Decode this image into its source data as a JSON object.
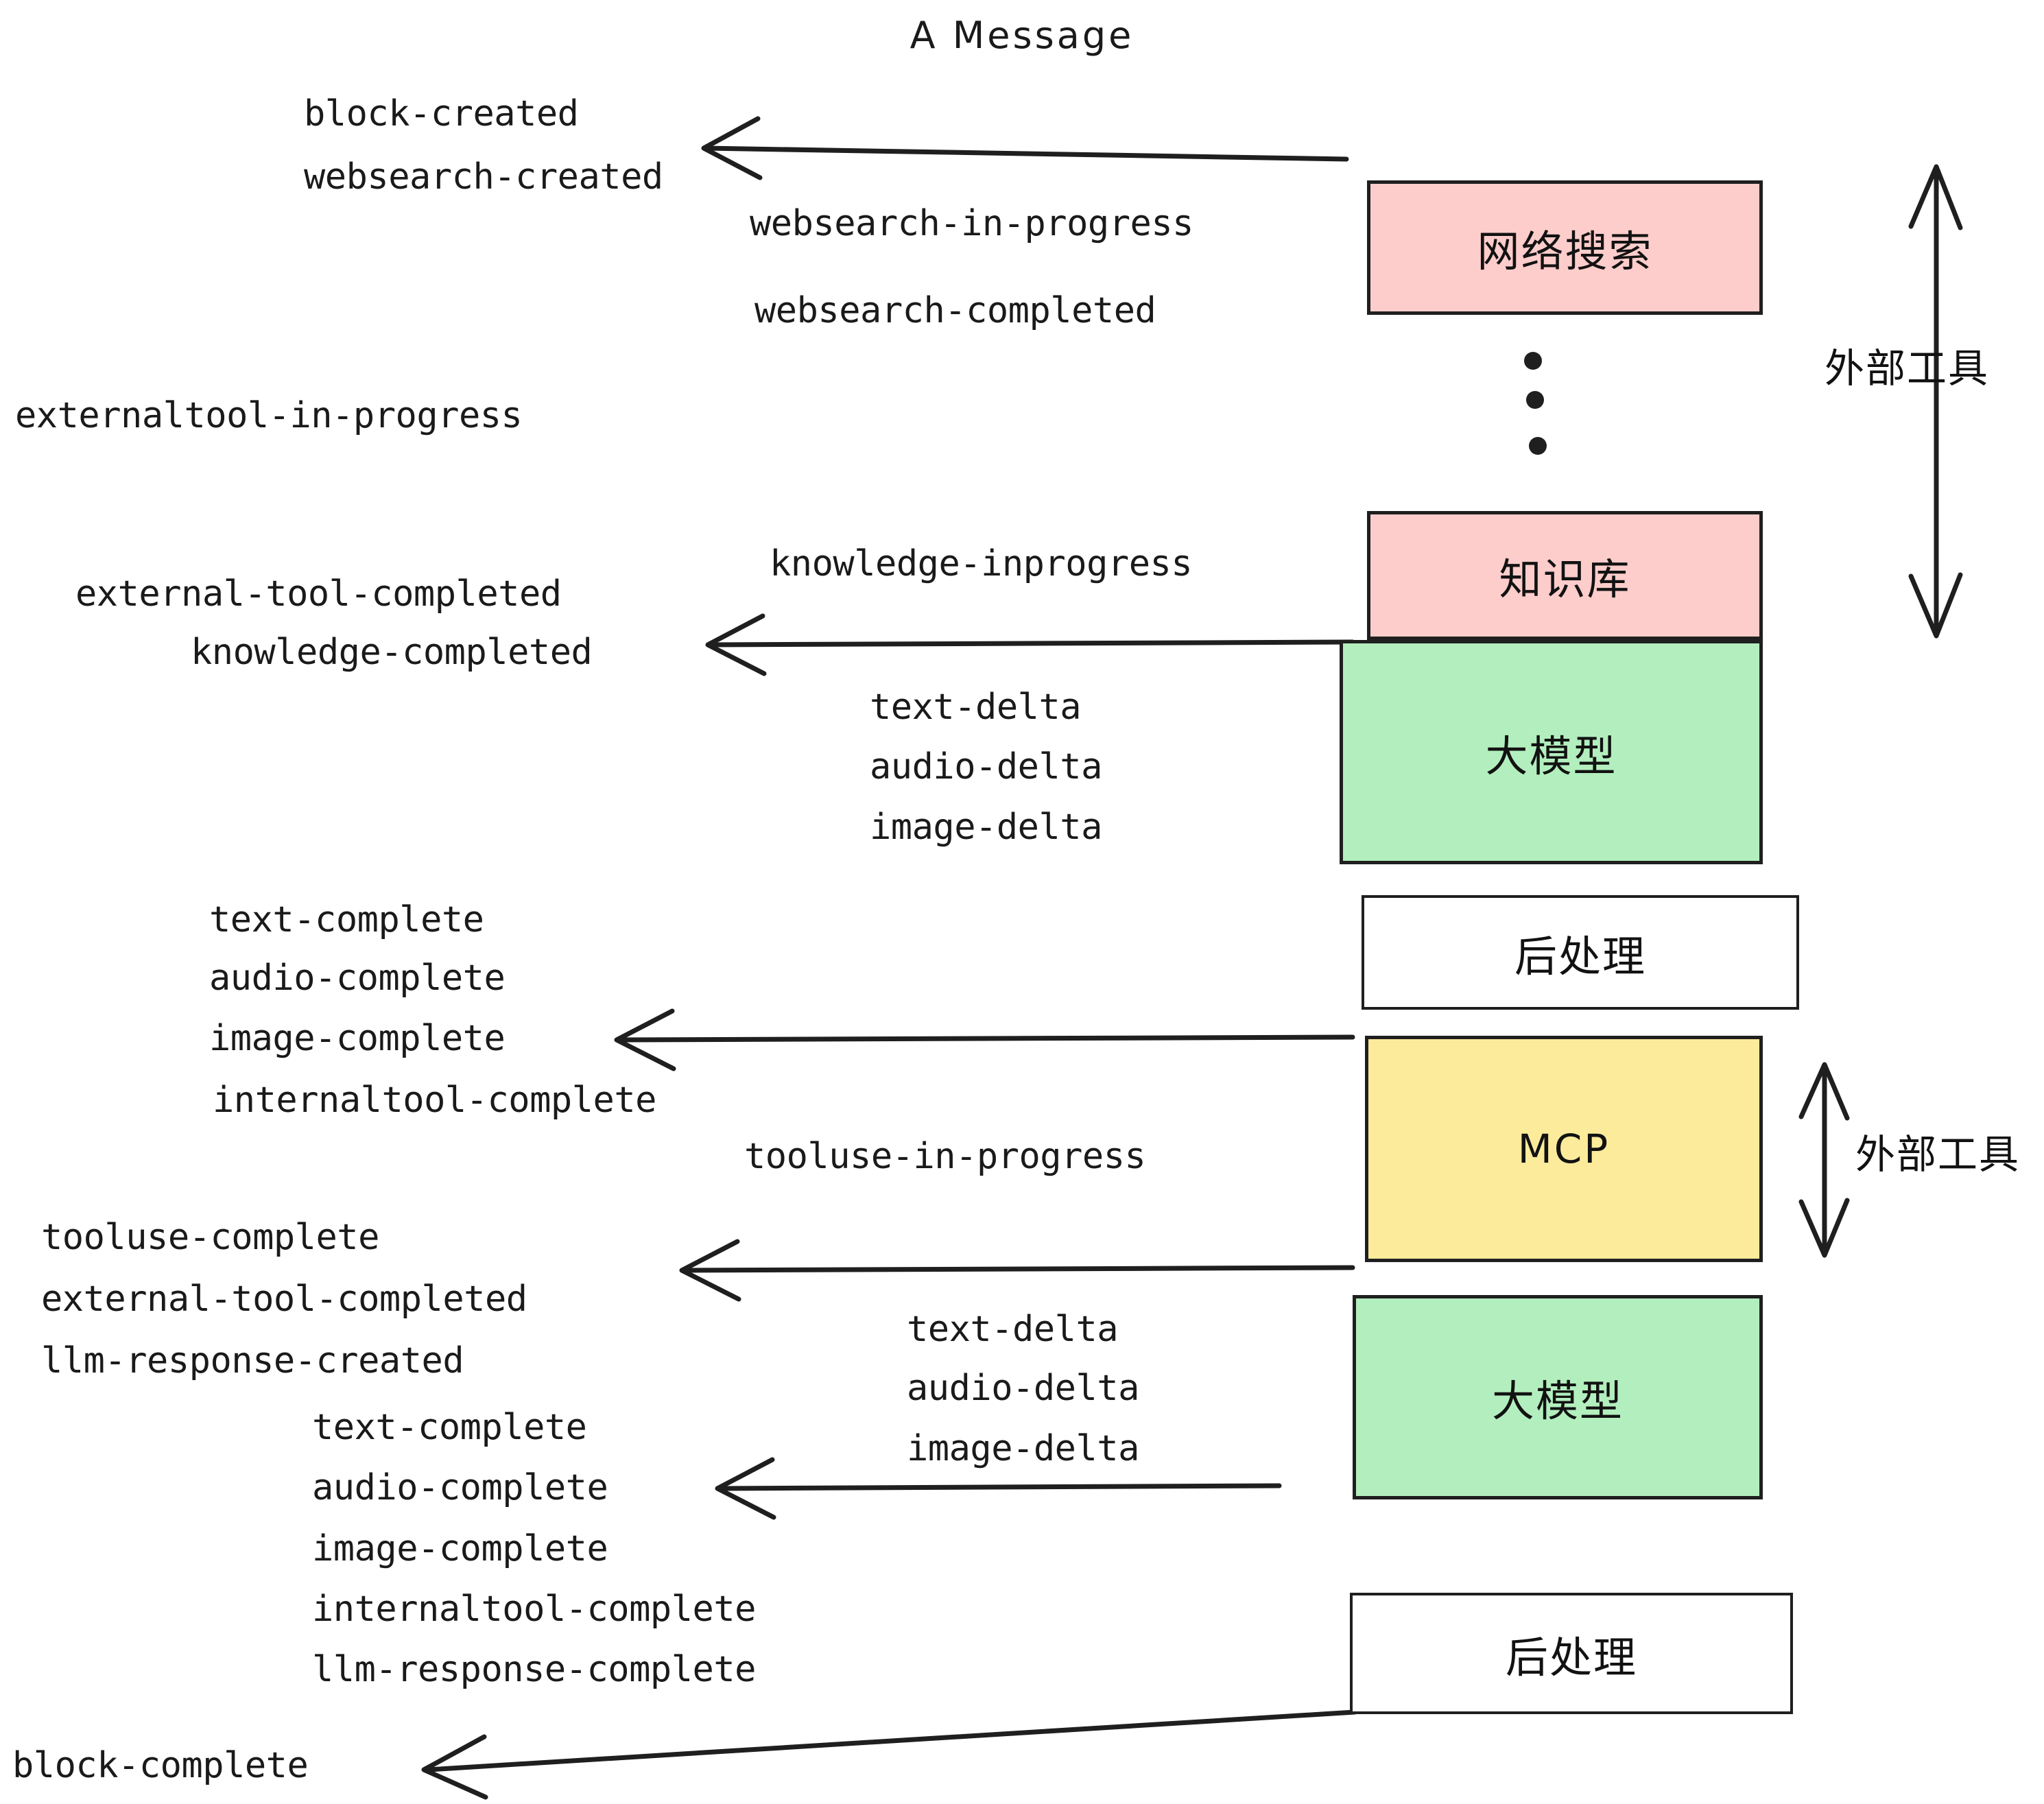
{
  "title": "A Message",
  "colors": {
    "pink": "#FDCDCB",
    "green": "#B3EFBE",
    "yellow": "#FCEB9B",
    "white": "#FFFFFF",
    "stroke": "#1F1F1F",
    "text": "#1A1A1A",
    "background": "#FFFFFF"
  },
  "boxes": [
    {
      "id": "websearch",
      "label": "网络搜索",
      "fill": "pink"
    },
    {
      "id": "knowledge",
      "label": "知识库",
      "fill": "pink"
    },
    {
      "id": "llm-top",
      "label": "大模型",
      "fill": "green"
    },
    {
      "id": "postprocess-top",
      "label": "后处理",
      "fill": "white"
    },
    {
      "id": "mcp",
      "label": "MCP",
      "fill": "yellow"
    },
    {
      "id": "llm-bottom",
      "label": "大模型",
      "fill": "green"
    },
    {
      "id": "postprocess-bottom",
      "label": "后处理",
      "fill": "white"
    }
  ],
  "side_labels": [
    {
      "id": "external-tools-top",
      "label": "外部工具"
    },
    {
      "id": "external-tools-bottom",
      "label": "外部工具"
    }
  ],
  "events": {
    "block_created": "block-created",
    "websearch_created": "websearch-created",
    "websearch_in_progress": "websearch-in-progress",
    "websearch_completed": "websearch-completed",
    "externaltool_in_progress": "externaltool-in-progress",
    "knowledge_inprogress": "knowledge-inprogress",
    "external_tool_completed_1": "external-tool-completed",
    "knowledge_completed": "knowledge-completed",
    "text_delta_1": "text-delta",
    "audio_delta_1": "audio-delta",
    "image_delta_1": "image-delta",
    "text_complete_1": "text-complete",
    "audio_complete_1": "audio-complete",
    "image_complete_1": "image-complete",
    "internaltool_complete_1": "internaltool-complete",
    "tooluse_in_progress": "tooluse-in-progress",
    "tooluse_complete": "tooluse-complete",
    "external_tool_completed_2": "external-tool-completed",
    "llm_response_created": "llm-response-created",
    "text_delta_2": "text-delta",
    "audio_delta_2": "audio-delta",
    "image_delta_2": "image-delta",
    "text_complete_2": "text-complete",
    "audio_complete_2": "audio-complete",
    "image_complete_2": "image-complete",
    "internaltool_complete_2": "internaltool-complete",
    "llm_response_complete": "llm-response-complete",
    "block_complete": "block-complete"
  },
  "ellipsis": {
    "dots": 3
  }
}
